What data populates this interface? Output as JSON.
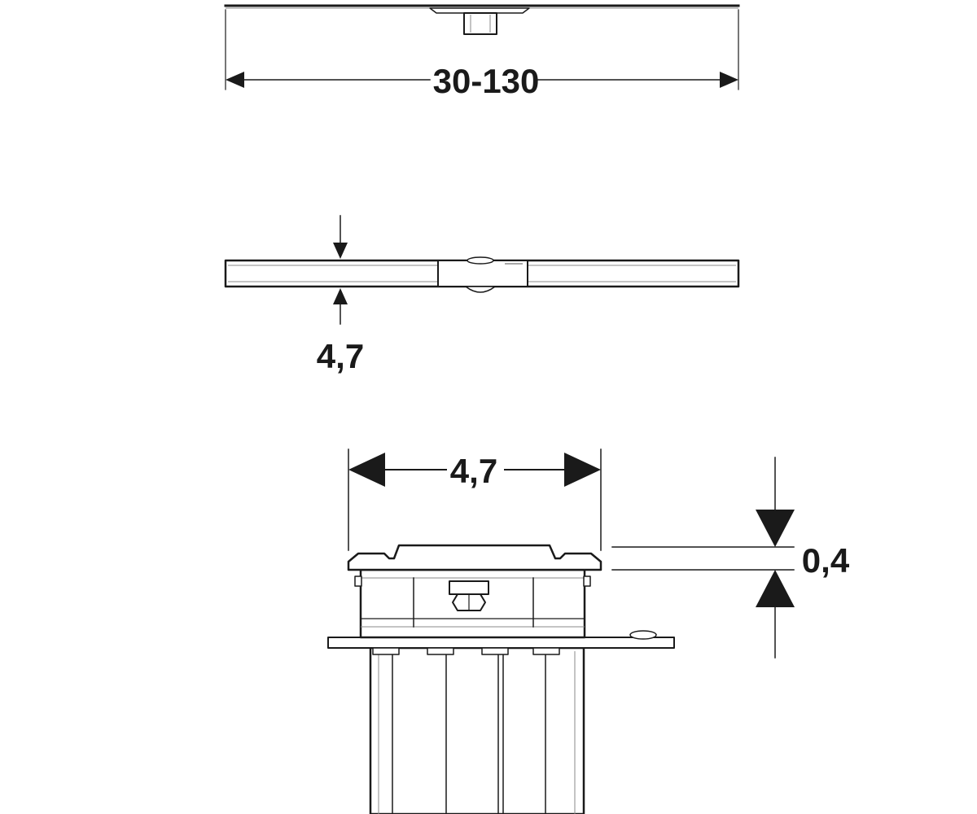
{
  "dimensions": {
    "length": "30-130",
    "top_view_height": "4,7",
    "section_width": "4,7",
    "grate_thickness": "0,4"
  },
  "colors": {
    "line": "#1a1a1a",
    "grey": "#8a8a8a",
    "background": "#ffffff"
  }
}
